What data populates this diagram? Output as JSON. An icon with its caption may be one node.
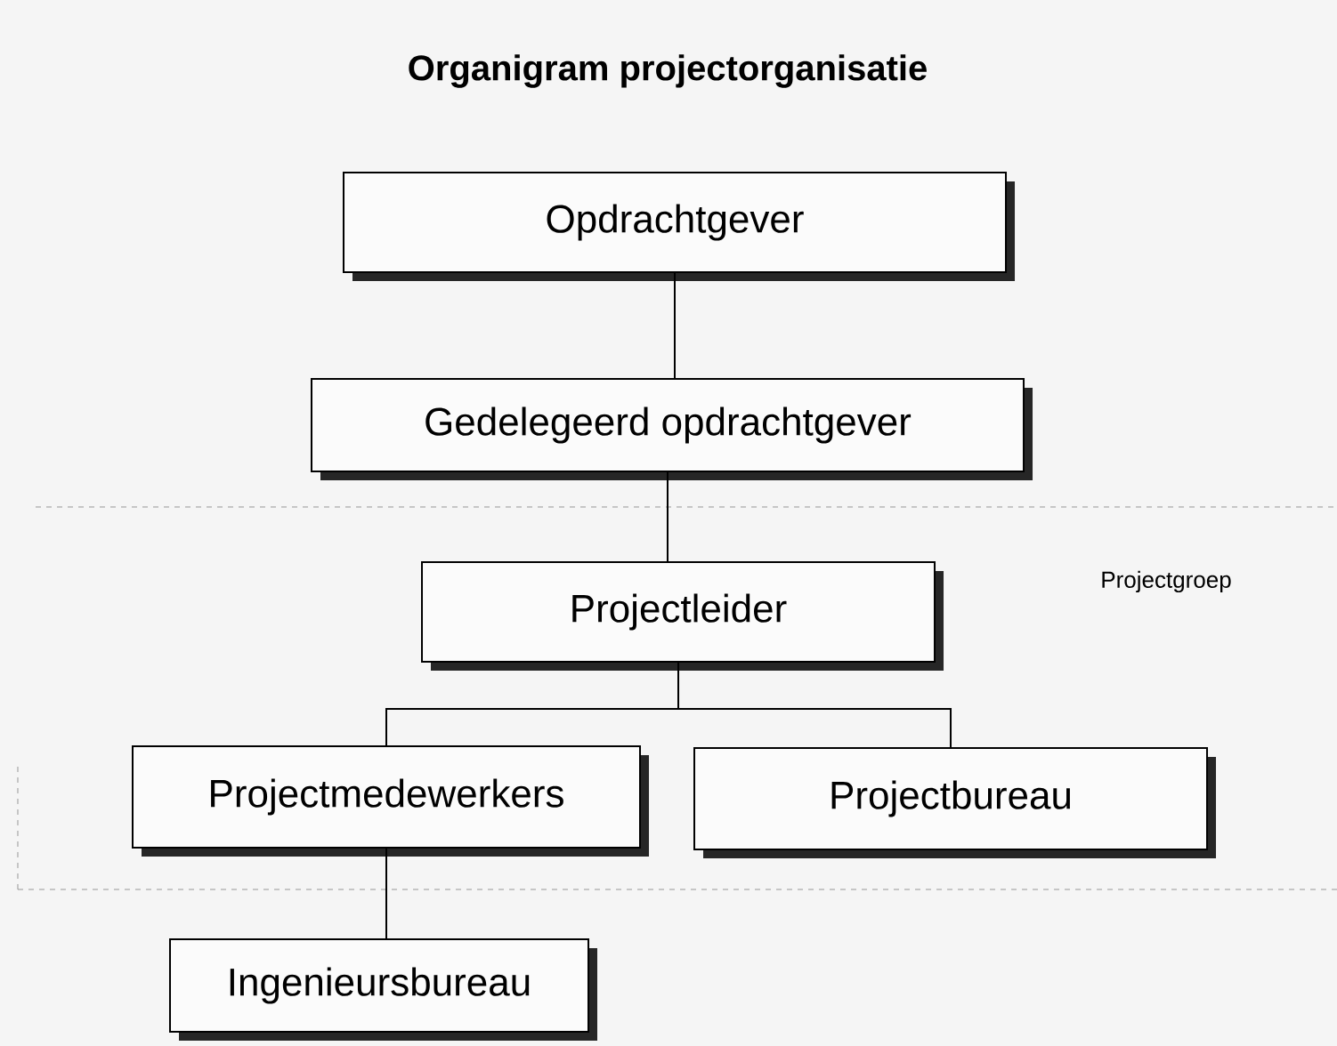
{
  "diagram": {
    "title": "Organigram projectorganisatie",
    "nodes": [
      {
        "text": [
          "Opdrachtgever"
        ]
      },
      {
        "text": [
          "Gedelegeerd opdrachtgever"
        ]
      },
      {
        "text": [
          "Projectgroep"
        ]
      },
      {
        "text": [
          "Projectleider"
        ],
        "in": 2
      },
      {
        "text": [
          "Projectmedewerkers"
        ],
        "in": 2
      },
      {
        "text": [
          "Projectbureau"
        ],
        "in": 2
      },
      {
        "text": [
          "Ingenieursbureau"
        ]
      }
    ],
    "edges": [
      {
        "from": 0,
        "to": 1,
        "arrow": "none"
      },
      {
        "from": 1,
        "to": 3,
        "arrow": "none"
      },
      {
        "from": 3,
        "to": 4,
        "arrow": "none"
      },
      {
        "from": 3,
        "to": 5,
        "arrow": "none"
      },
      {
        "from": 4,
        "to": 6,
        "arrow": "none"
      }
    ]
  }
}
